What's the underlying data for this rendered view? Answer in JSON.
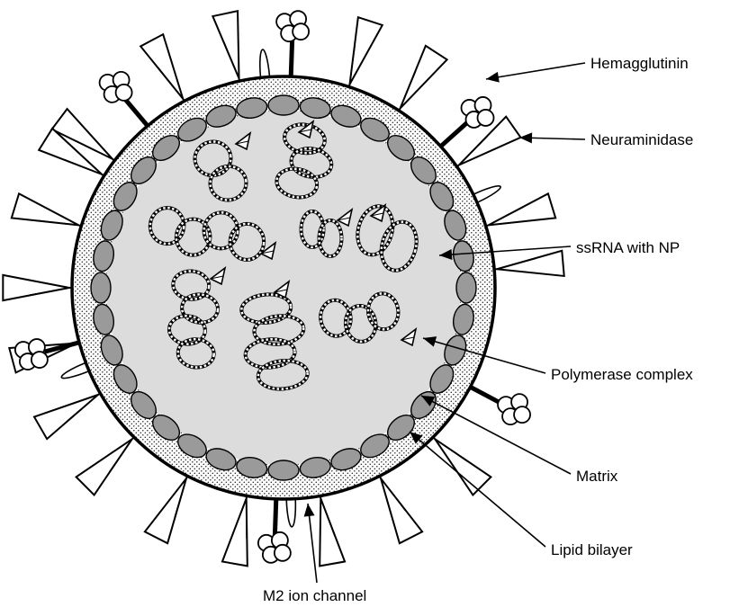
{
  "diagram": {
    "labels": {
      "hemagglutinin": "Hemagglutinin",
      "neuraminidase": "Neuraminidase",
      "ssrna": "ssRNA with NP",
      "polymerase": "Polymerase complex",
      "matrix": "Matrix",
      "lipid": "Lipid bilayer",
      "m2": "M2 ion channel"
    }
  }
}
